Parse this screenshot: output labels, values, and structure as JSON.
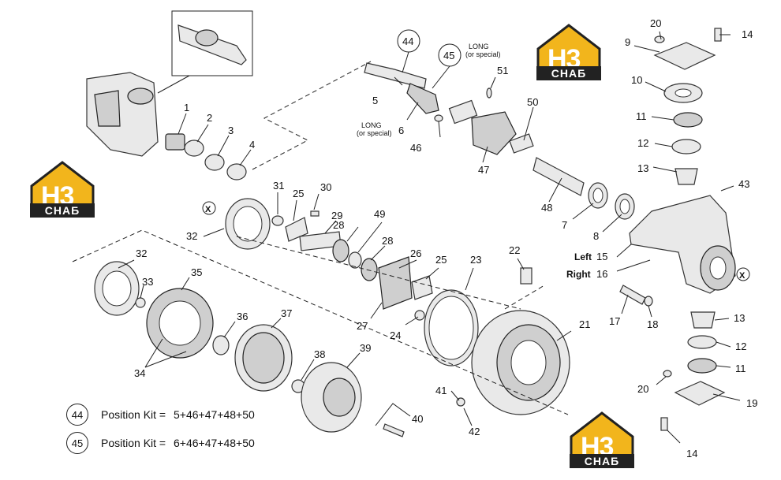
{
  "logo": {
    "letters": "H3",
    "subtitle": "СНАБ"
  },
  "labels": {
    "long_special_top": "LONG",
    "long_special_top_sub": "(or special)",
    "long_special_left": "LONG",
    "long_special_left_sub": "(or special)",
    "left": "Left",
    "right": "Right",
    "x_mark": "X"
  },
  "part_numbers": [
    "1",
    "2",
    "3",
    "4",
    "5",
    "6",
    "7",
    "8",
    "9",
    "10",
    "11",
    "12",
    "13",
    "14",
    "15",
    "16",
    "17",
    "18",
    "19",
    "20",
    "21",
    "22",
    "23",
    "24",
    "25",
    "26",
    "27",
    "28",
    "29",
    "30",
    "31",
    "32",
    "33",
    "34",
    "35",
    "36",
    "37",
    "38",
    "39",
    "40",
    "41",
    "42",
    "43",
    "44",
    "45",
    "46",
    "47",
    "48",
    "49",
    "50",
    "51"
  ],
  "callouts": {
    "c1": "1",
    "c2": "2",
    "c3": "3",
    "c4": "4",
    "c5": "5",
    "c6": "6",
    "c7": "7",
    "c8": "8",
    "c9": "9",
    "c10": "10",
    "c11a": "11",
    "c11b": "11",
    "c12a": "12",
    "c12b": "12",
    "c13a": "13",
    "c13b": "13",
    "c14a": "14",
    "c14b": "14",
    "c15": "15",
    "c16": "16",
    "c17": "17",
    "c18": "18",
    "c19": "19",
    "c20a": "20",
    "c20b": "20",
    "c21": "21",
    "c22": "22",
    "c23": "23",
    "c24": "24",
    "c25a": "25",
    "c25b": "25",
    "c26": "26",
    "c27": "27",
    "c28a": "28",
    "c28b": "28",
    "c29": "29",
    "c30": "30",
    "c31": "31",
    "c32a": "32",
    "c32b": "32",
    "c33": "33",
    "c34": "34",
    "c35": "35",
    "c36": "36",
    "c37": "37",
    "c38": "38",
    "c39": "39",
    "c40": "40",
    "c41": "41",
    "c42": "42",
    "c43": "43",
    "c44": "44",
    "c45": "45",
    "c46": "46",
    "c47": "47",
    "c48": "48",
    "c49": "49",
    "c50": "50",
    "c51": "51"
  },
  "kits": [
    {
      "badge": "44",
      "label": "Position Kit =",
      "formula": "5+46+47+48+50"
    },
    {
      "badge": "45",
      "label": "Position Kit =",
      "formula": "6+46+47+48+50"
    }
  ],
  "colors": {
    "logo_yellow": "#f2b51c",
    "logo_dark": "#222222",
    "line": "#222222"
  }
}
